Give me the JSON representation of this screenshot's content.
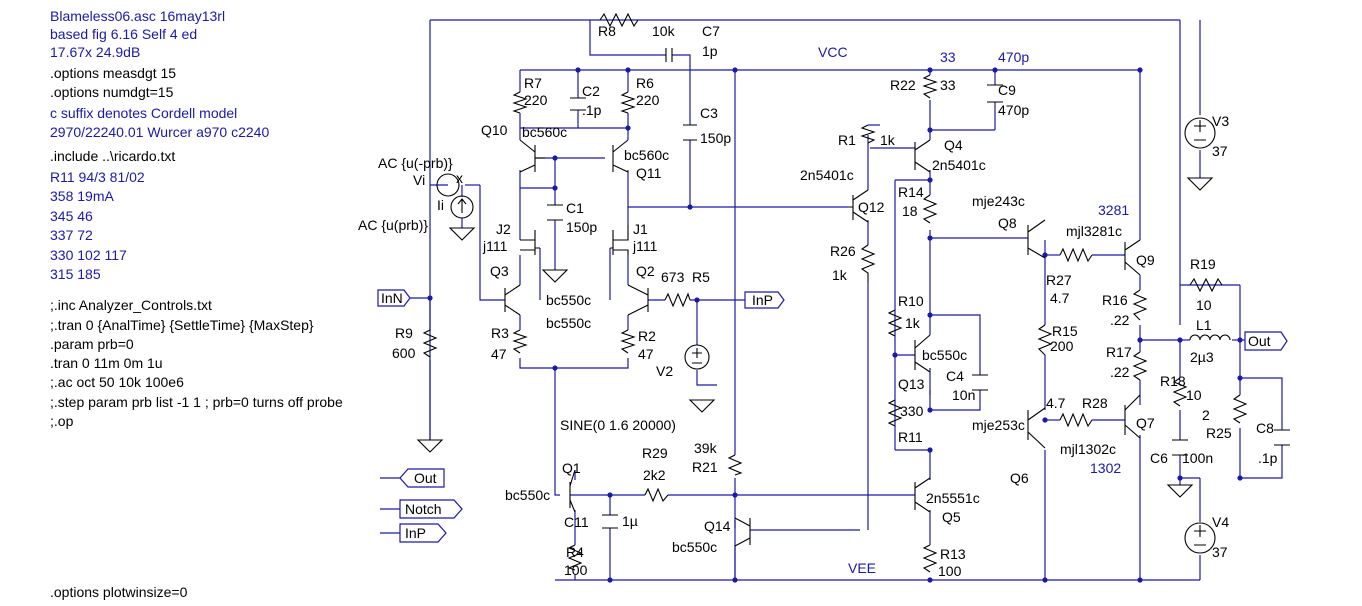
{
  "directives_blue": [
    "Blameless06.asc  16may13rl",
    "based fig 6.16 Self 4 ed",
    "17.67x 24.9dB",
    "c suffix denotes Cordell model",
    "2970/22240.01 Wurcer a970 c2240",
    "R11 94/3 81/02",
    "358  19mA",
    "345  46",
    "337  72",
    "330  102  117",
    "315  185"
  ],
  "directives_black": [
    ".options measdgt 15",
    ".options numdgt=15",
    ".include ..\\ricardo.txt",
    ";.inc Analyzer_Controls.txt",
    ";.tran 0 {AnalTime} {SettleTime} {MaxStep}",
    ".param prb=0",
    ".tran 0 11m 0m 1u",
    ";.ac oct 50 10k 100e6",
    ";.step param prb list -1 1 ; prb=0 turns off probe",
    ";.op",
    ".options plotwinsize=0"
  ],
  "net_labels": {
    "vcc": "VCC",
    "vee": "VEE",
    "c9_net": "33",
    "c9_net2": "470p",
    "q9_net": "3281",
    "q7_net": "1302"
  },
  "ports": {
    "inn": "InN",
    "inp_r5": "InP",
    "out": "Out",
    "out_left": "Out",
    "notch": "Notch",
    "inp_left": "InP"
  },
  "sources": {
    "ac_top": "AC {u(-prb)}",
    "ac_bottom": "AC {u(prb)}",
    "vi": "Vi",
    "ii": "Ii",
    "x": "x",
    "sine": "SINE(0 1.6 20000)",
    "v2": "V2",
    "v3": "V3",
    "v3_val": "37",
    "v4": "V4",
    "v4_val": "37"
  },
  "parts": {
    "R8": "R8",
    "R8v": "10k",
    "C7": "C7",
    "C7v": "1p",
    "R7": "R7",
    "R7v": "220",
    "C2": "C2",
    "C2v": ".1p",
    "R6": "R6",
    "R6v": "220",
    "C3": "C3",
    "C3v": "150p",
    "Q10": "Q10",
    "Q10m": "bc560c",
    "Q11m": "bc560c",
    "Q11": "Q11",
    "C1": "C1",
    "C1v": "150p",
    "J2": "J2",
    "J2m": "j111",
    "J1": "J1",
    "J1m": "j111",
    "Q3": "Q3",
    "Q3m": "bc550c",
    "Q2": "Q2",
    "Q2m": "bc550c",
    "R5v": "673",
    "R5": "R5",
    "R3": "R3",
    "R3v": "47",
    "R2": "R2",
    "R2v": "47",
    "R9": "R9",
    "R9v": "600",
    "R22": "R22",
    "R22v": "33",
    "C9": "C9",
    "C9v": "470p",
    "R1": "R1",
    "R1v": "1k",
    "Q4": "Q4",
    "Q4m": "2n5401c",
    "Q12m": "2n5401c",
    "Q12": "Q12",
    "R14": "R14",
    "R14v": "18",
    "R26": "R26",
    "R26v": "1k",
    "Q8m": "mje243c",
    "Q8": "Q8",
    "Q9m": "mjl3281c",
    "Q9": "Q9",
    "R27": "R27",
    "R27v": "4.7",
    "R10": "R10",
    "R10v": "1k",
    "R15": "R15",
    "R15v": "200",
    "R19": "R19",
    "R19v": "10",
    "R16": "R16",
    "R16v": ".22",
    "L1": "L1",
    "L1v": "2µ3",
    "Q13m": "bc550c",
    "Q13": "Q13",
    "C4": "C4",
    "C4v": "10n",
    "R17": "R17",
    "R17v": ".22",
    "R18": "R18",
    "R18v": "10",
    "R25v": "2",
    "R25": "R25",
    "R11v": "330",
    "R11": "R11",
    "R28v": "4.7",
    "R28": "R28",
    "Q6m": "mje253c",
    "Q6": "Q6",
    "Q7m": "mjl1302c",
    "Q7": "Q7",
    "C6": "C6",
    "C6v": "100n",
    "C8": "C8",
    "C8v": ".1p",
    "R21v": "39k",
    "R21": "R21",
    "Q1": "Q1",
    "Q1m": "bc550c",
    "R29": "R29",
    "R29v": "2k2",
    "C11": "C11",
    "C11v": "1µ",
    "Q5m": "2n5551c",
    "Q5": "Q5",
    "Q14": "Q14",
    "Q14m": "bc550c",
    "R4": "R4",
    "R4v": "100",
    "R13": "R13",
    "R13v": "100"
  },
  "colors": {
    "wire": "#1a1aa6",
    "text": "#000000"
  }
}
